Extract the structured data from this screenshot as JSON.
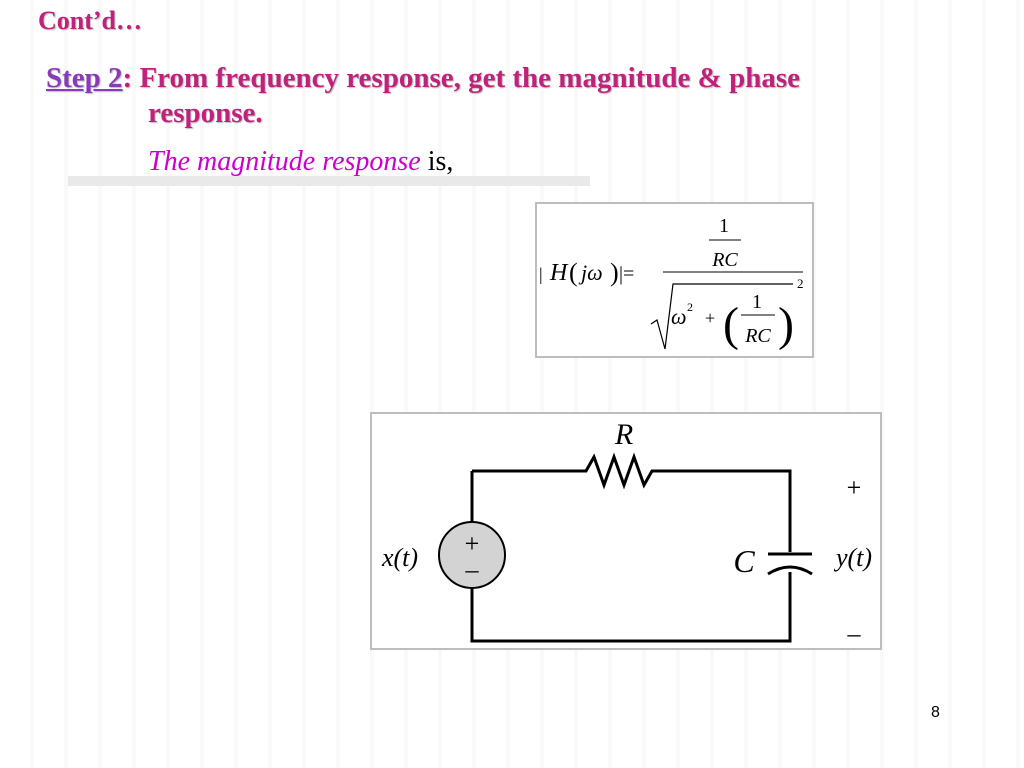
{
  "heading": "Cont’d…",
  "step": {
    "label": "Step 2",
    "colon": ":",
    "text_line1": " From frequency response, get the magnitude & phase",
    "text_line2": "response."
  },
  "magnitude_line": {
    "emphasis": "The magnitude response",
    "rest": " is,"
  },
  "equation": {
    "lhs_bar_left": "|",
    "lhs_H": "H",
    "lhs_paren_open": "(",
    "lhs_jw": "jω",
    "lhs_paren_close": ")",
    "lhs_bar_eq": "|=",
    "num_one": "1",
    "num_rc": "RC",
    "den_omega": "ω",
    "den_exp_2": "2",
    "den_plus": "+",
    "den_paren_open": "(",
    "den_one": "1",
    "den_rc": "RC",
    "den_paren_close": ")",
    "den_outer_exp": "2"
  },
  "circuit": {
    "resistor_label": "R",
    "capacitor_label": "C",
    "input_label": "x(t)",
    "output_label": "y(t)",
    "output_plus": "+",
    "output_minus": "–",
    "source_plus": "+",
    "source_minus": "–"
  },
  "page_number": "8"
}
